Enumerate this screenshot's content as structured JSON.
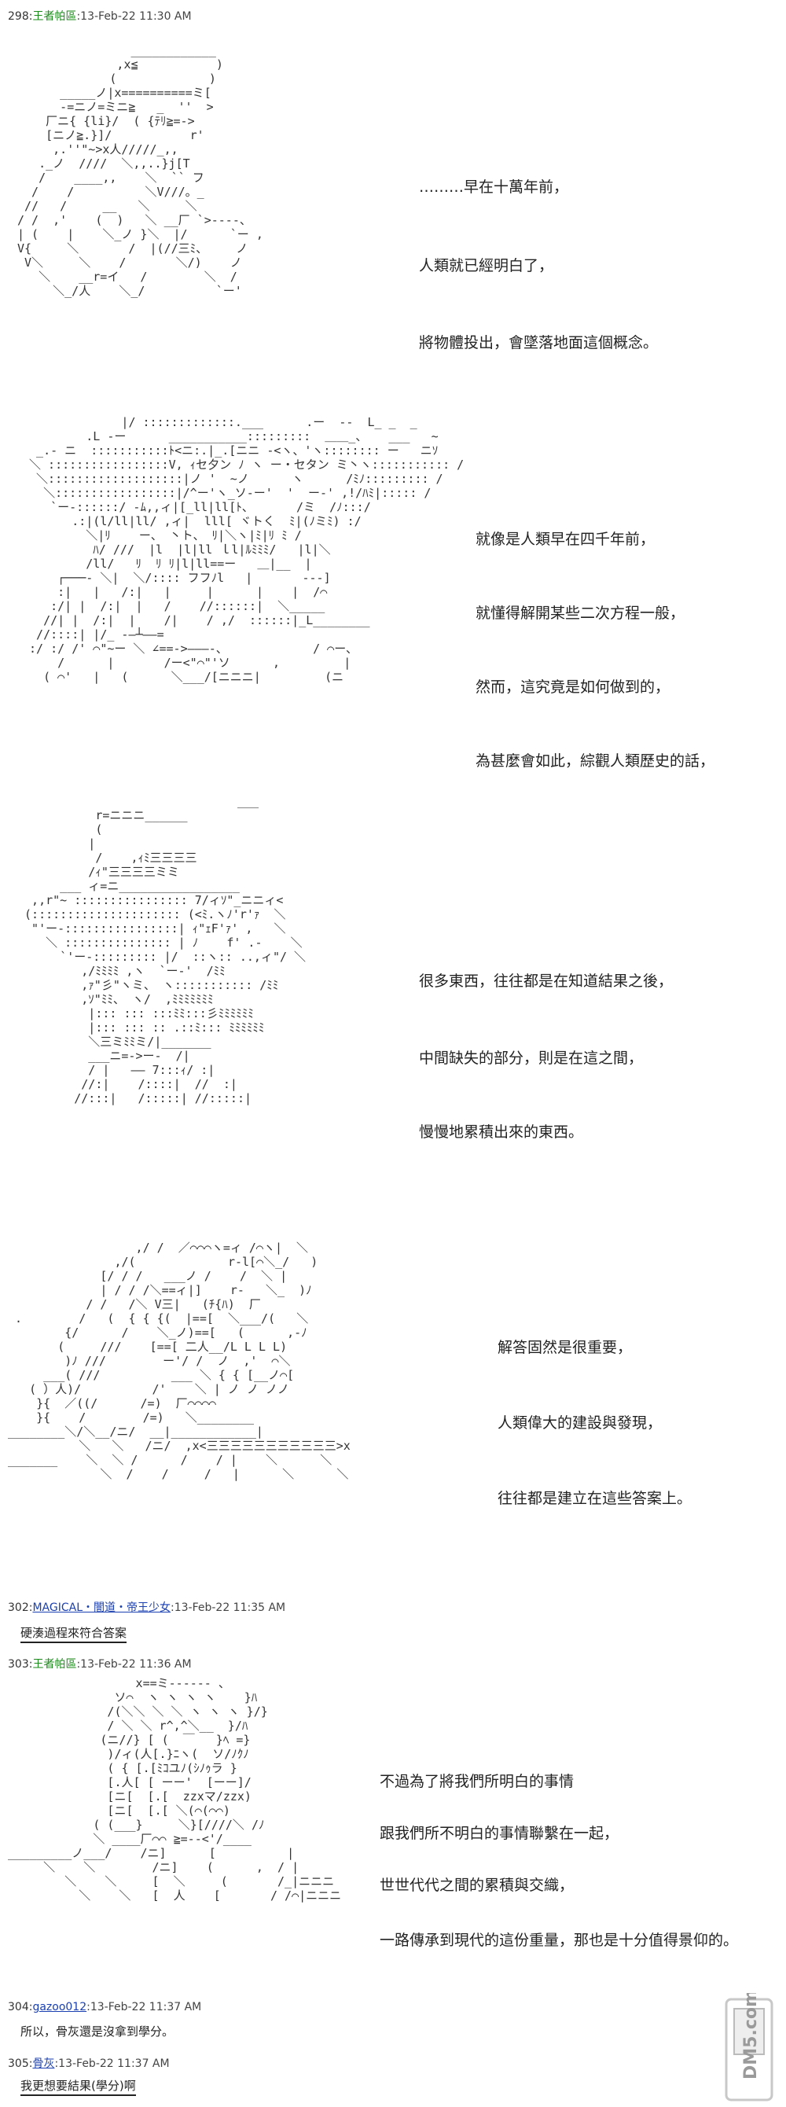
{
  "posts": [
    {
      "num": "298:",
      "author": "王者帕區",
      "time": ":13-Feb-22 11:30 AM",
      "lines": [
        "………早在十萬年前，",
        "人類就已經明白了，",
        "將物體投出，會墜落地面這個概念。"
      ]
    },
    {
      "lines": [
        "就像是人類早在四千年前，",
        "就懂得解開某些二次方程一般，",
        "然而，這究竟是如何做到的，",
        "為甚麼會如此，綜觀人類歷史的話，"
      ]
    },
    {
      "lines": [
        "很多東西，往往都是在知道結果之後，",
        "中間缺失的部分，則是在這之間，",
        "慢慢地累積出來的東西。"
      ]
    },
    {
      "lines": [
        "解答固然是很重要，",
        "人類偉大的建設與發現，",
        "往往都是建立在這些答案上。"
      ]
    },
    {
      "num": "302:",
      "author": "MAGICAL・闇道・帝王少女",
      "time": ":13-Feb-22 11:35 AM",
      "reply": "硬湊過程來符合答案"
    },
    {
      "num": "303:",
      "author": "王者帕區",
      "time": ":13-Feb-22 11:36 AM",
      "lines": [
        "不過為了將我們所明白的事情",
        "跟我們所不明白的事情聯繫在一起，",
        "世世代代之間的累積與交織，",
        "一路傳承到現代的這份重量，那也是十分值得景仰的。"
      ]
    },
    {
      "num": "304:",
      "author": "gazoo012",
      "time": ":13-Feb-22 11:37 AM",
      "reply": "所以，骨灰還是沒拿到學分。"
    },
    {
      "num": "305:",
      "author": "骨灰",
      "time": ":13-Feb-22 11:37 AM",
      "reply": "我更想要結果(學分)啊"
    }
  ],
  "watermark": {
    "text": "DM5.com",
    "color": "#9a9a9a"
  }
}
